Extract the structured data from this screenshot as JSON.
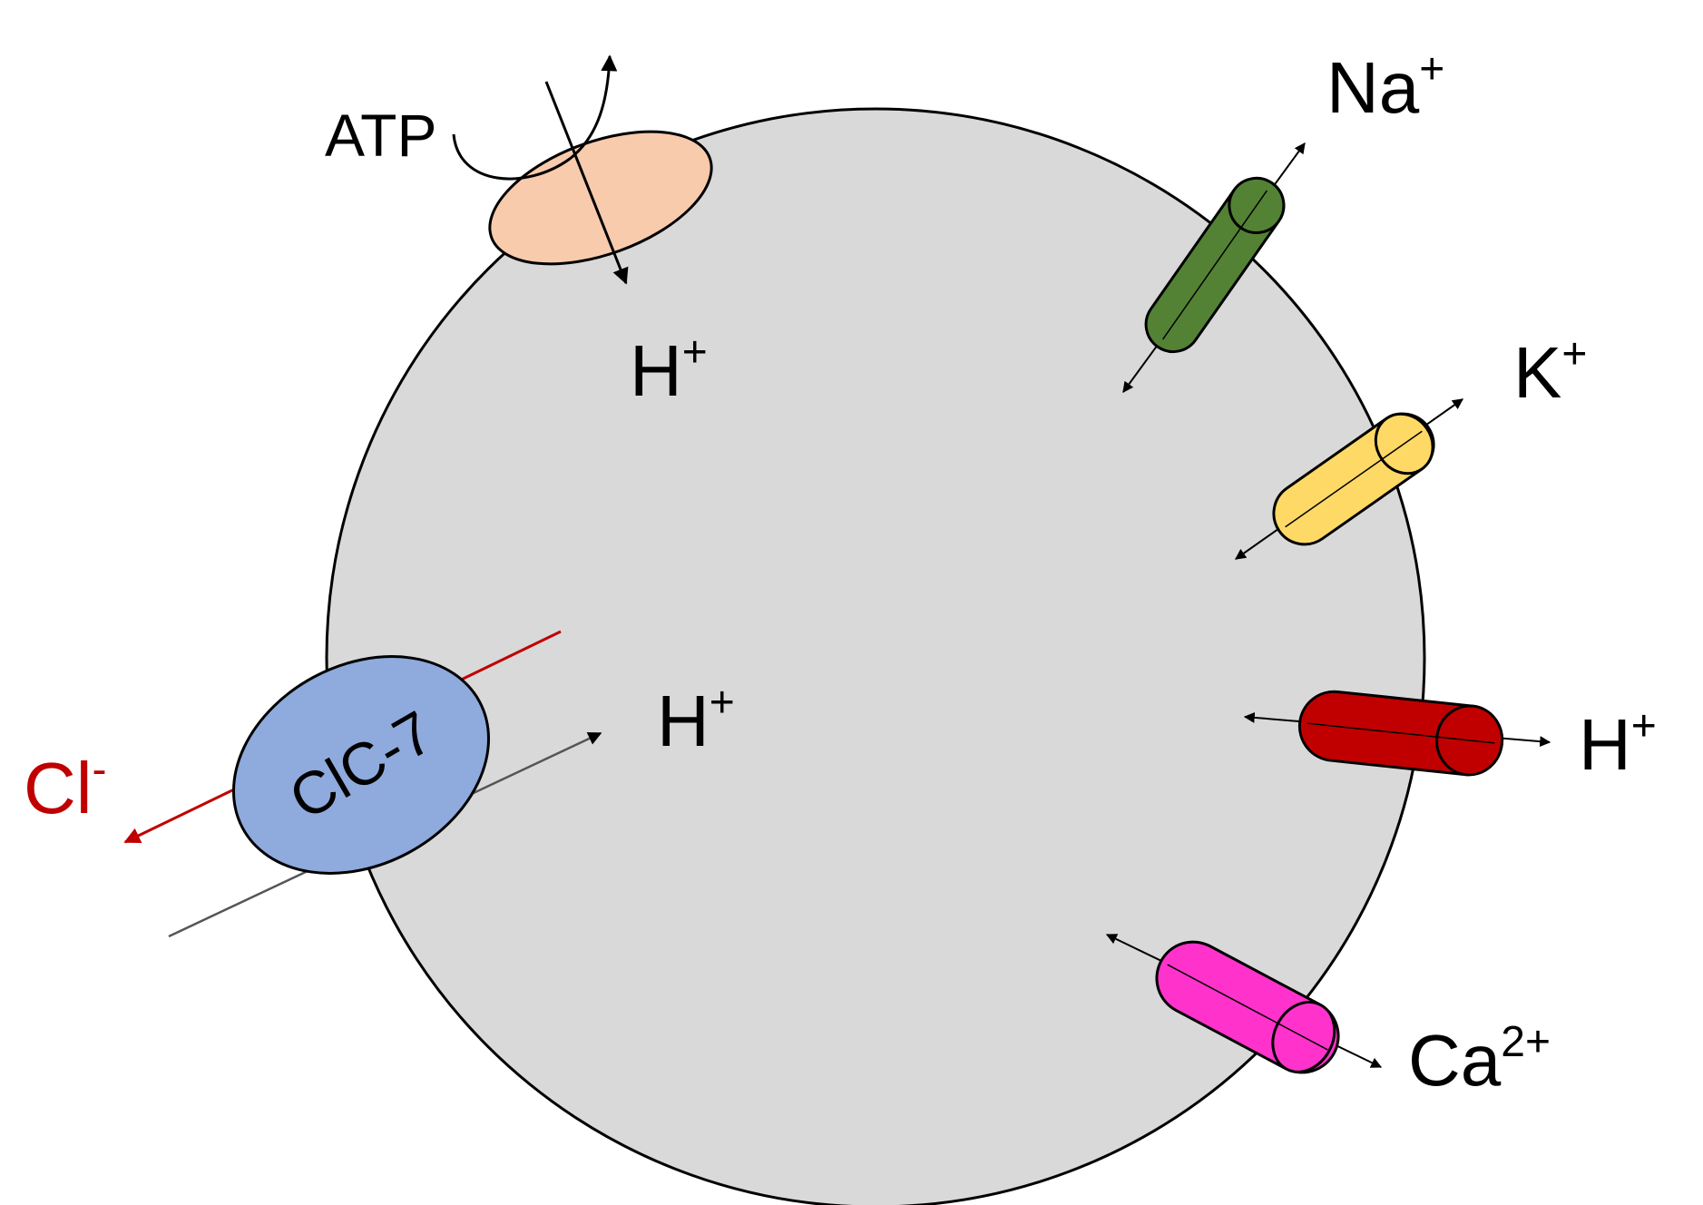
{
  "labels": {
    "atp": "ATP",
    "h_inside_top": "H",
    "h_inside_top_sup": "+",
    "h_inside_mid": "H",
    "h_inside_mid_sup": "+",
    "na": "Na",
    "na_sup": "+",
    "k": "K",
    "k_sup": "+",
    "h_out": "H",
    "h_out_sup": "+",
    "ca": "Ca",
    "ca_sup": "2+",
    "cl": "Cl",
    "cl_sup": "-",
    "clc7": "ClC-7"
  },
  "colors": {
    "lysosome_fill": "#d9d9d9",
    "v_atpase": "#f8cbad",
    "na_channel": "#548235",
    "k_channel": "#ffd966",
    "h_channel": "#c00000",
    "ca_channel": "#ff33cc",
    "clc7": "#8faadc",
    "cl_arrow": "#c00000"
  }
}
